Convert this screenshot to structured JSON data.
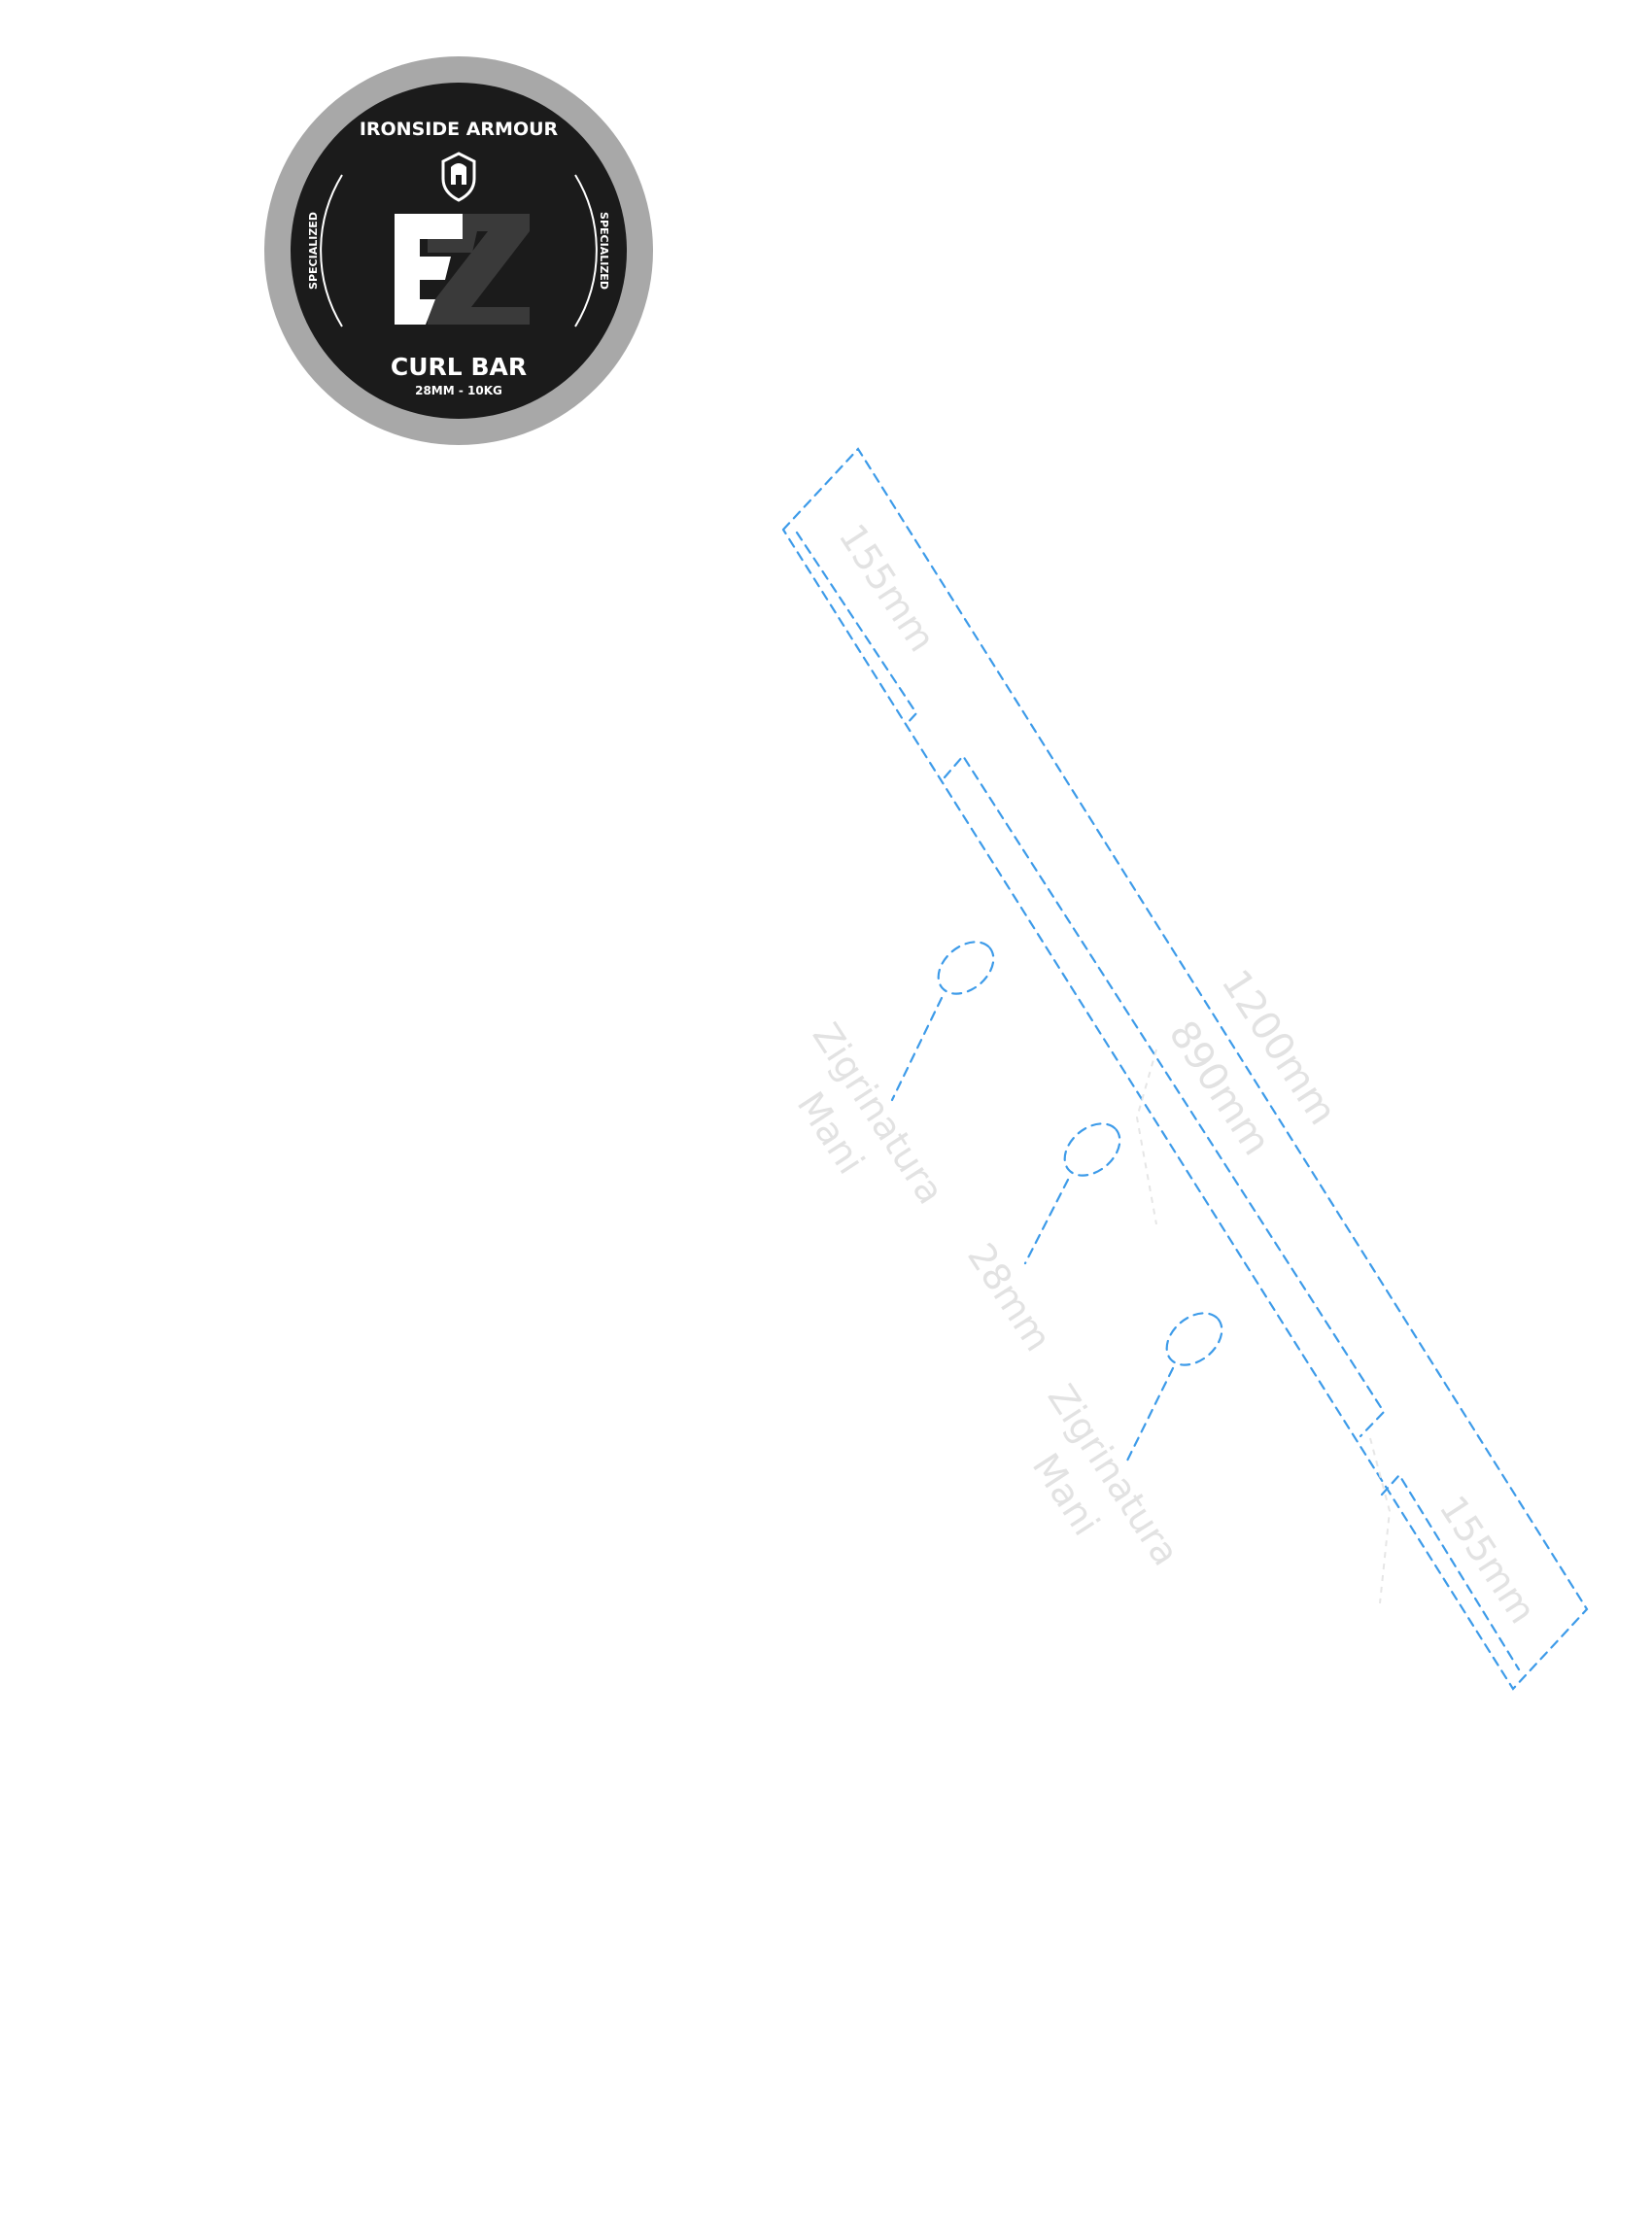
{
  "badge": {
    "brand": "IRONSIDE ARMOUR",
    "side_left": "SPECIALIZED",
    "side_right": "SPECIALIZED",
    "product": "CURL BAR",
    "spec": "28MM - 10KG",
    "monogram_left": "E",
    "monogram_right": "Z",
    "icon": "helmet-shield-icon",
    "colors": {
      "outer_ring": "#a8a8a8",
      "inner_disc": "#1b1b1b",
      "text": "#ffffff",
      "monogram_right": "#3a3a3a"
    }
  },
  "diagram": {
    "labels": {
      "end_left": "155mm",
      "end_right": "155mm",
      "total_length": "1200mm",
      "inner_length": "890mm",
      "diameter": "28mm",
      "knurl_left": "Zigrinatura\nMani",
      "knurl_right": "Zigrinatura\nMani"
    },
    "colors": {
      "dimension_line": "#3d9be9",
      "label": "#e2e2e2"
    }
  }
}
